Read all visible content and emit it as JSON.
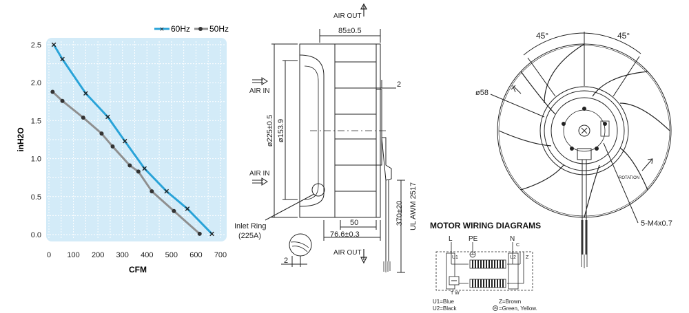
{
  "chart_data": {
    "type": "line",
    "xlabel": "CFM",
    "ylabel": "inH2O",
    "xlim": [
      0,
      700
    ],
    "ylim": [
      0,
      2.6
    ],
    "xticks": [
      "0",
      "100",
      "200",
      "300",
      "400",
      "500",
      "600",
      "700"
    ],
    "yticks": [
      "0.0",
      "0.5",
      "1.0",
      "1.5",
      "2.0",
      "2.5"
    ],
    "grid": true,
    "legend_position": "top-right",
    "series": [
      {
        "name": "60Hz",
        "color": "#29a3d8",
        "marker": "x",
        "x": [
          20,
          55,
          150,
          240,
          310,
          390,
          480,
          565,
          665
        ],
        "y": [
          2.5,
          2.31,
          1.86,
          1.55,
          1.23,
          0.87,
          0.57,
          0.34,
          0.01
        ]
      },
      {
        "name": "50Hz",
        "color": "#8f8f8f",
        "marker": "dot",
        "x": [
          15,
          55,
          140,
          215,
          260,
          330,
          365,
          420,
          510,
          615
        ],
        "y": [
          1.88,
          1.76,
          1.54,
          1.33,
          1.16,
          0.91,
          0.83,
          0.57,
          0.31,
          0.01
        ]
      }
    ]
  },
  "dimensions": {
    "air_out_top": "AIR OUT",
    "air_out_bottom": "AIR OUT",
    "air_in_top": "AIR IN",
    "air_in_bottom": "AIR IN",
    "width_85": "85±0.5",
    "gap_2_right": "2",
    "dia_225": "ø225±0.5",
    "dia_153": "ø153.9",
    "dim_50": "50",
    "dim_76": "76.6±0.3",
    "cable_length": "370±20",
    "cable_spec": "UL AWM 2517",
    "inlet_ring_line1": "Inlet Ring",
    "inlet_ring_line2": "(225A)",
    "gap_2_bottom": "2"
  },
  "front_view": {
    "angle_left": "45°",
    "angle_right": "45°",
    "dia_58": "ø58",
    "rotation": "ROTATION",
    "mount_holes": "5-M4x0.7"
  },
  "wiring": {
    "title": "MOTOR WIRING DIAGRAMS",
    "top_labels": [
      "L",
      "PE",
      "N"
    ],
    "u1": "U1",
    "u2": "U2",
    "z": "Z",
    "c": "C",
    "tw": "T W",
    "legend_u1": "U1=Blue",
    "legend_u2": "U2=Black",
    "legend_z": "Z=Brown",
    "legend_pe": "=Green, Yellow."
  }
}
